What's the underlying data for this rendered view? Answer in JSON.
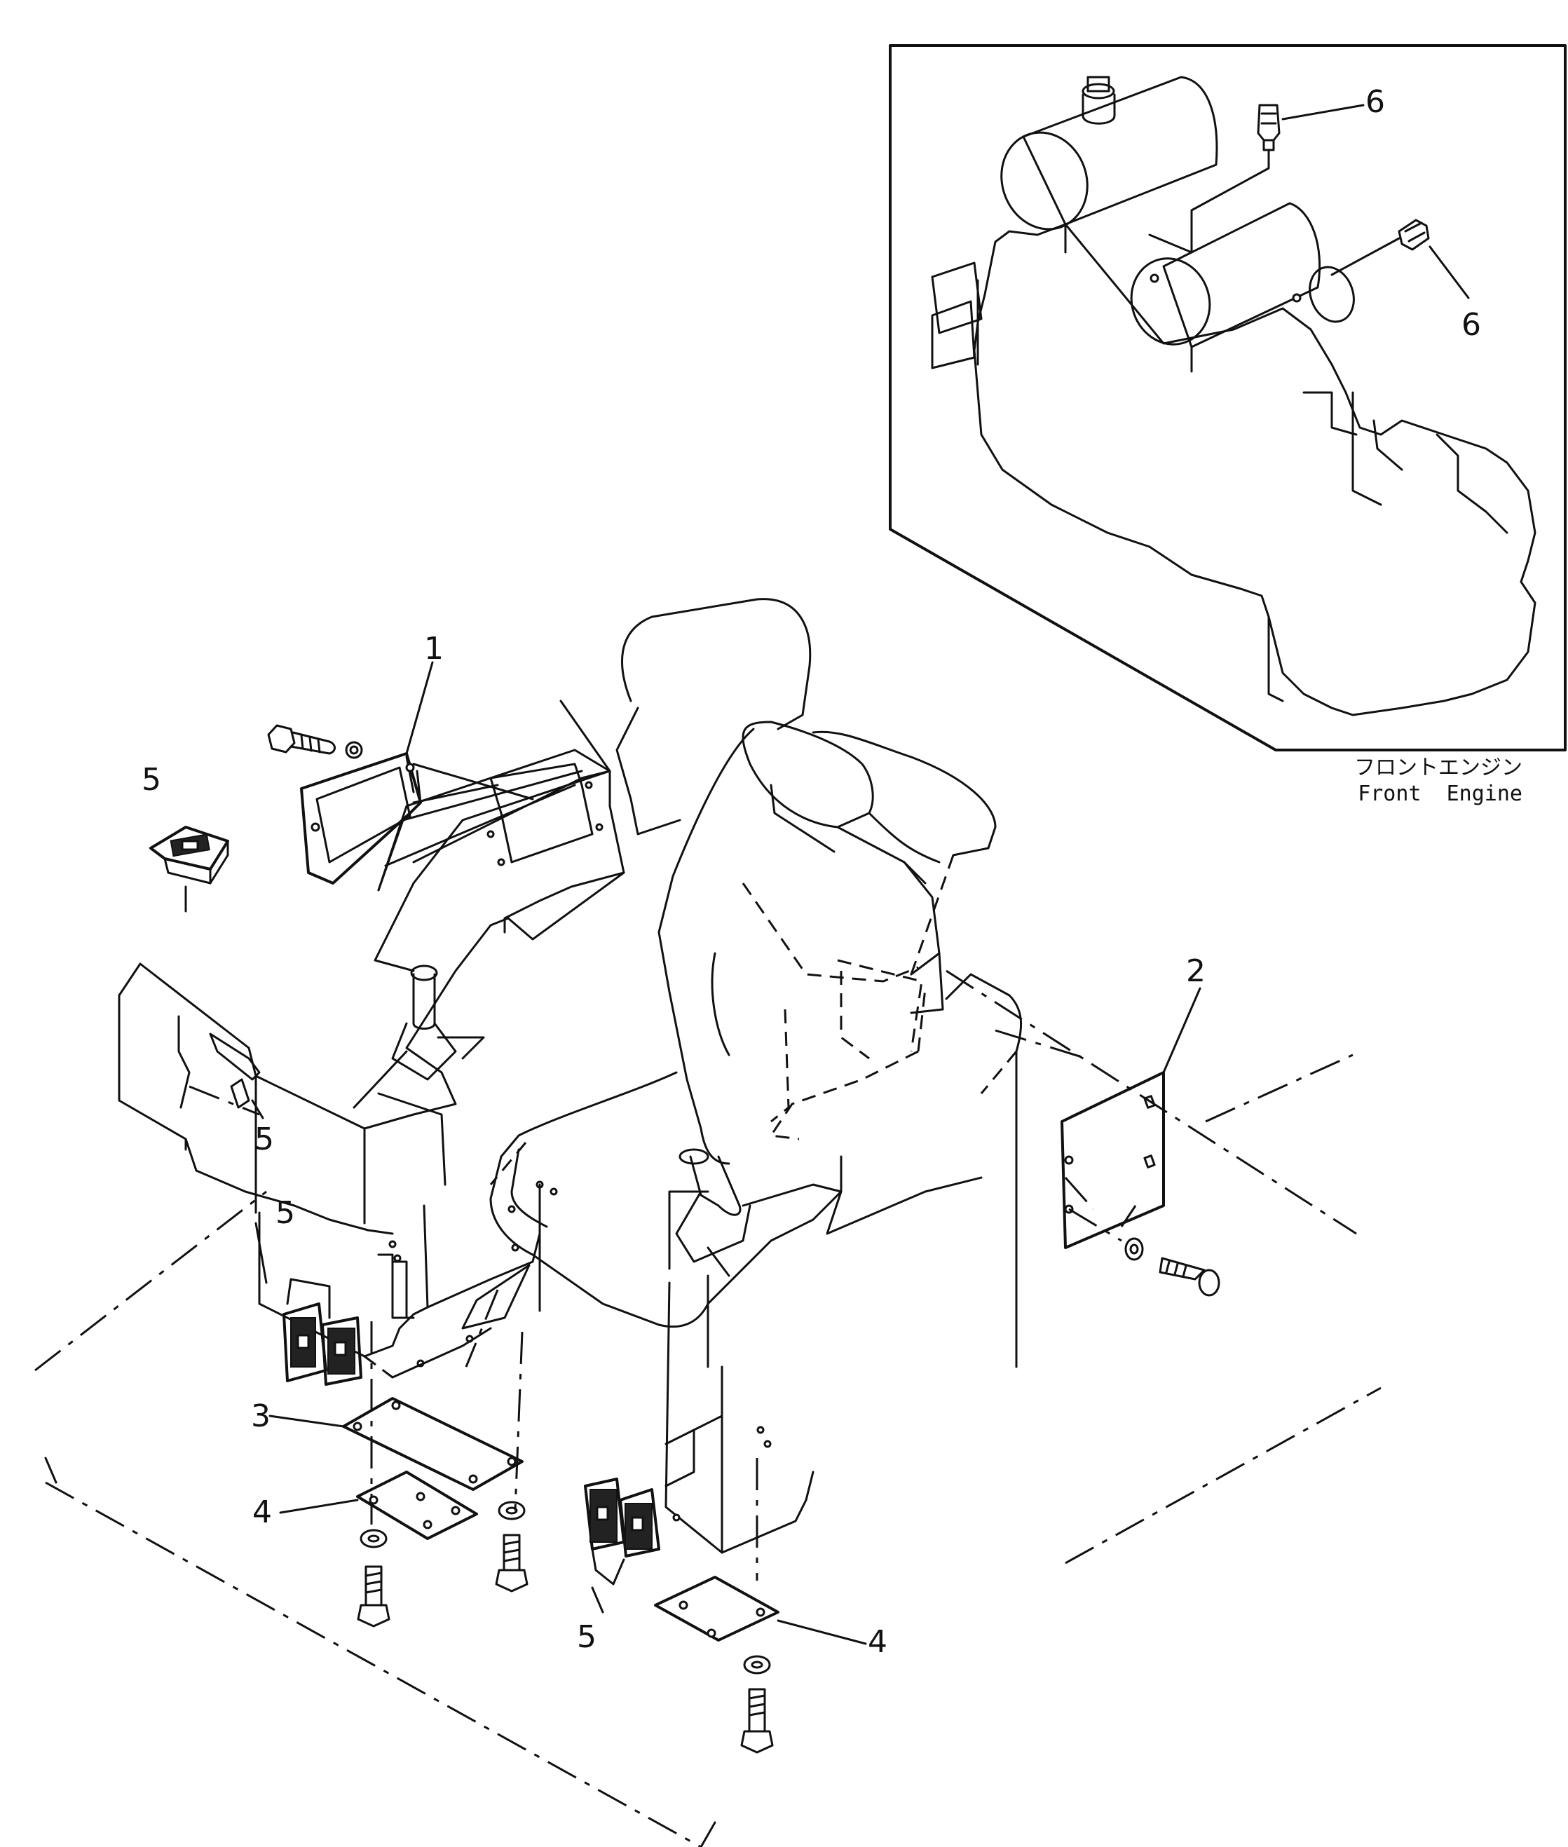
{
  "inset": {
    "caption_jp": "フロントエンジン",
    "caption_en": "Front  Engine"
  },
  "callouts": [
    {
      "id": "c1",
      "label": "1"
    },
    {
      "id": "c2",
      "label": "2"
    },
    {
      "id": "c3",
      "label": "3"
    },
    {
      "id": "c4a",
      "label": "4"
    },
    {
      "id": "c4b",
      "label": "4"
    },
    {
      "id": "c5a",
      "label": "5"
    },
    {
      "id": "c5b",
      "label": "5"
    },
    {
      "id": "c5c",
      "label": "5"
    },
    {
      "id": "c5d",
      "label": "5"
    },
    {
      "id": "c6a",
      "label": "6"
    },
    {
      "id": "c6b",
      "label": "6"
    }
  ]
}
